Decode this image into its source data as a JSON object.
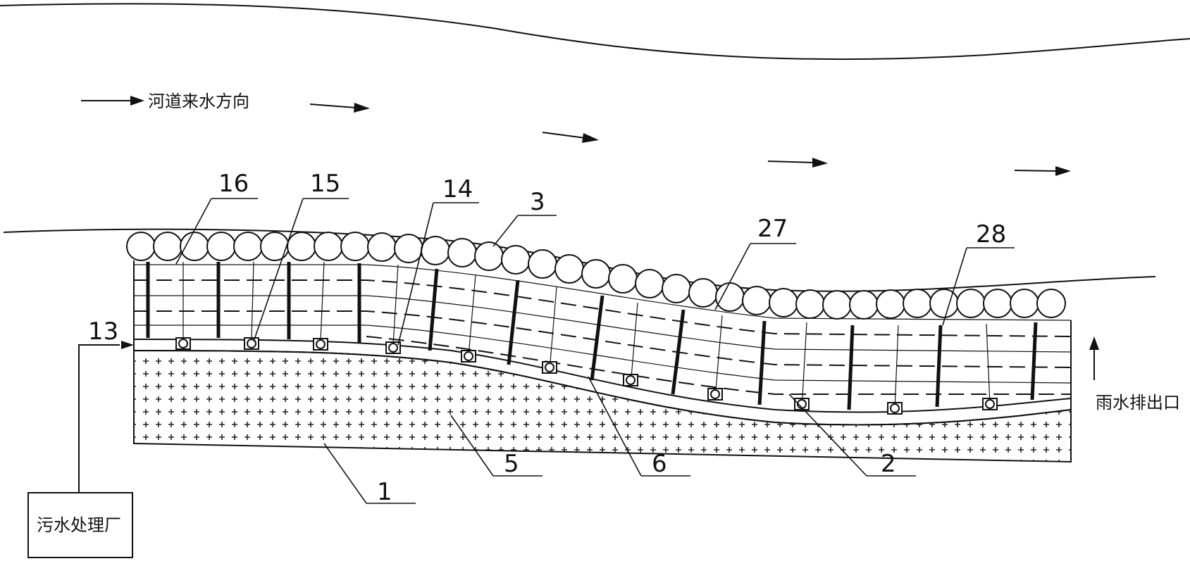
{
  "labels": {
    "flow_direction": "河道来水方向",
    "rain_outlet": "雨水排出口",
    "treatment_plant": "污水处理厂"
  },
  "callouts": [
    "16",
    "15",
    "14",
    "3",
    "27",
    "28",
    "13",
    "1",
    "5",
    "6",
    "2"
  ]
}
